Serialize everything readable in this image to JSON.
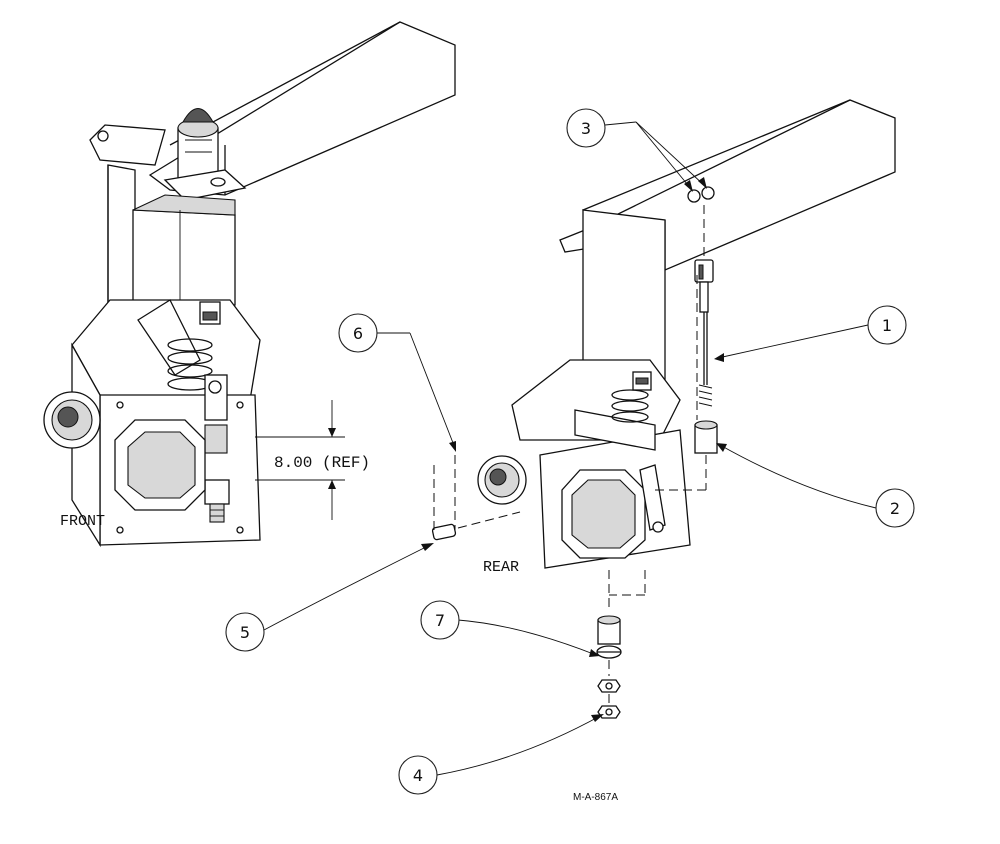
{
  "labels": {
    "front": "FRONT",
    "rear": "REAR",
    "dimension": "8.00 (REF)",
    "drawing_number": "M-A-867A"
  },
  "callouts": [
    "1",
    "2",
    "3",
    "4",
    "5",
    "6",
    "7"
  ]
}
